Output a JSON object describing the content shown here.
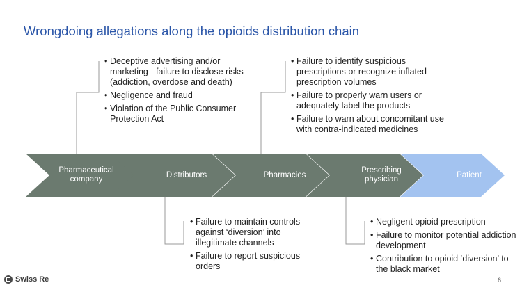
{
  "title": "Wrongdoing allegations along the opioids distribution chain",
  "chain": [
    {
      "line1": "Pharmaceutical",
      "line2": "company"
    },
    {
      "line1": "Distributors",
      "line2": ""
    },
    {
      "line1": "Pharmacies",
      "line2": ""
    },
    {
      "line1": "Prescribing",
      "line2": "physician"
    },
    {
      "line1": "Patient",
      "line2": ""
    }
  ],
  "allegations": {
    "pharma": [
      "Deceptive advertising and/or marketing - failure to disclose risks (addiction, overdose and death)",
      "Negligence and fraud",
      "Violation of the Public Consumer Protection Act"
    ],
    "pharmacies": [
      " Failure to identify suspicious prescriptions or recognize inflated prescription volumes",
      " Failure to properly warn users or adequately label the products",
      "Failure to warn about concomitant use with contra-indicated medicines"
    ],
    "distributors": [
      "Failure to maintain controls against ‘diversion’ into illegitimate channels",
      "Failure to report suspicious orders"
    ],
    "physician": [
      "Negligent opioid prescription",
      "Failure to monitor potential addiction development",
      "Contribution to opioid ‘diversion’ to the black market"
    ]
  },
  "colors": {
    "title": "#2a55a8",
    "chevron": "#6b7a6f",
    "patient": "#a3c3f0",
    "connector": "#9a9a9a"
  },
  "footer": {
    "logo_text": "Swiss Re",
    "logo_icon": "swiss-re-logo-icon",
    "page": "6"
  }
}
